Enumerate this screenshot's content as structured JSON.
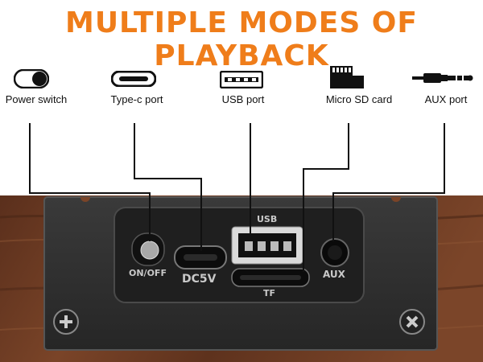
{
  "header": {
    "title": "MULTIPLE MODES OF PLAYBACK"
  },
  "ports": [
    {
      "label": "Power switch",
      "icon": "toggle-switch-icon"
    },
    {
      "label": "Type-c port",
      "icon": "usb-c-icon"
    },
    {
      "label": "USB port",
      "icon": "usb-a-icon"
    },
    {
      "label": "Micro SD card",
      "icon": "sd-card-icon"
    },
    {
      "label": "AUX port",
      "icon": "aux-jack-icon"
    }
  ],
  "panel": {
    "switch_label": "ON/OFF",
    "dc_label": "DC5V",
    "usb_label": "USB",
    "tf_label": "TF",
    "aux_label": "AUX"
  },
  "colors": {
    "title": "#ef7d1a",
    "panel": "#2e2e2e",
    "wood": "#6b3a22"
  }
}
